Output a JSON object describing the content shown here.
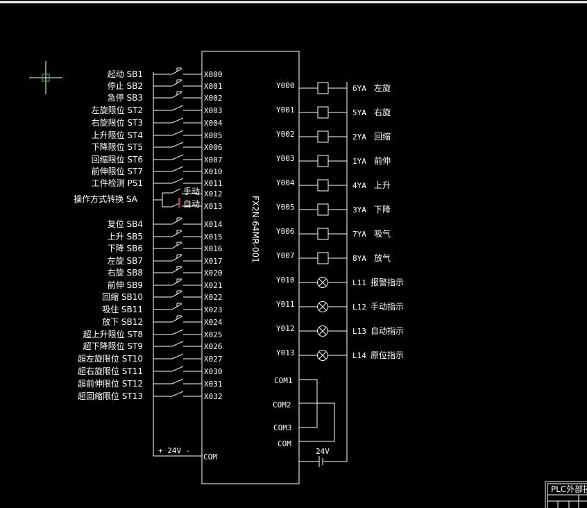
{
  "plc": {
    "model": "FX2N-64MR-001"
  },
  "supply": {
    "input_label": "+ 24V -",
    "input_com": "COM",
    "output_label": "24V"
  },
  "titleblock": {
    "title": "PLC外部接线"
  },
  "inputs": [
    {
      "label": "起动",
      "code": "SB1",
      "terminal": "X000",
      "switch": "nc"
    },
    {
      "label": "停止",
      "code": "SB2",
      "terminal": "X001",
      "switch": "nc"
    },
    {
      "label": "急停",
      "code": "SB3",
      "terminal": "X002",
      "switch": "nc"
    },
    {
      "label": "左旋限位",
      "code": "ST2",
      "terminal": "X003",
      "switch": "no"
    },
    {
      "label": "右旋限位",
      "code": "ST3",
      "terminal": "X004",
      "switch": "no"
    },
    {
      "label": "上升限位",
      "code": "ST4",
      "terminal": "X005",
      "switch": "no"
    },
    {
      "label": "下降限位",
      "code": "ST5",
      "terminal": "X006",
      "switch": "no"
    },
    {
      "label": "回缩限位",
      "code": "ST6",
      "terminal": "X007",
      "switch": "no"
    },
    {
      "label": "前伸限位",
      "code": "ST7",
      "terminal": "X010",
      "switch": "no"
    },
    {
      "label": "工件检测",
      "code": "PS1",
      "terminal": "X011",
      "switch": "no"
    }
  ],
  "selector": {
    "label": "操作方式转换",
    "code": "SA",
    "positions": [
      {
        "name": "手动",
        "terminal": "X012"
      },
      {
        "name": "自动",
        "terminal": "X013"
      }
    ]
  },
  "inputs2": [
    {
      "label": "复位",
      "code": "SB4",
      "terminal": "X014",
      "switch": "nc"
    },
    {
      "label": "上升",
      "code": "SB5",
      "terminal": "X015",
      "switch": "nc"
    },
    {
      "label": "下降",
      "code": "SB6",
      "terminal": "X016",
      "switch": "nc"
    },
    {
      "label": "左旋",
      "code": "SB7",
      "terminal": "X017",
      "switch": "nc"
    },
    {
      "label": "右旋",
      "code": "SB8",
      "terminal": "X020",
      "switch": "nc"
    },
    {
      "label": "前伸",
      "code": "SB9",
      "terminal": "X021",
      "switch": "nc"
    },
    {
      "label": "回缩",
      "code": "SB10",
      "terminal": "X022",
      "switch": "nc"
    },
    {
      "label": "吸住",
      "code": "SB11",
      "terminal": "X023",
      "switch": "nc"
    },
    {
      "label": "放下",
      "code": "SB12",
      "terminal": "X024",
      "switch": "nc"
    },
    {
      "label": "超上升限位",
      "code": "ST8",
      "terminal": "X025",
      "switch": "no"
    },
    {
      "label": "超下降限位",
      "code": "ST9",
      "terminal": "X026",
      "switch": "no"
    },
    {
      "label": "超左旋限位",
      "code": "ST10",
      "terminal": "X027",
      "switch": "no"
    },
    {
      "label": "超右旋限位",
      "code": "ST11",
      "terminal": "X030",
      "switch": "no"
    },
    {
      "label": "超前伸限位",
      "code": "ST12",
      "terminal": "X031",
      "switch": "no"
    },
    {
      "label": "超回缩限位",
      "code": "ST13",
      "terminal": "X032",
      "switch": "no"
    }
  ],
  "outputs": [
    {
      "terminal": "Y000",
      "device": "6YA",
      "label": "左旋",
      "kind": "coil"
    },
    {
      "terminal": "Y001",
      "device": "5YA",
      "label": "右旋",
      "kind": "coil"
    },
    {
      "terminal": "Y002",
      "device": "2YA",
      "label": "回缩",
      "kind": "coil"
    },
    {
      "terminal": "Y003",
      "device": "1YA",
      "label": "前伸",
      "kind": "coil"
    },
    {
      "terminal": "Y004",
      "device": "4YA",
      "label": "上升",
      "kind": "coil"
    },
    {
      "terminal": "Y005",
      "device": "3YA",
      "label": "下降",
      "kind": "coil"
    },
    {
      "terminal": "Y006",
      "device": "7YA",
      "label": "吸气",
      "kind": "coil"
    },
    {
      "terminal": "Y007",
      "device": "8YA",
      "label": "放气",
      "kind": "coil"
    },
    {
      "terminal": "Y010",
      "device": "L11",
      "label": "报警指示",
      "kind": "lamp"
    },
    {
      "terminal": "Y011",
      "device": "L12",
      "label": "手动指示",
      "kind": "lamp"
    },
    {
      "terminal": "Y012",
      "device": "L13",
      "label": "自动指示",
      "kind": "lamp"
    },
    {
      "terminal": "Y013",
      "device": "L14",
      "label": "原位指示",
      "kind": "lamp"
    }
  ],
  "commons": [
    "COM1",
    "COM2",
    "COM3",
    "COM"
  ]
}
